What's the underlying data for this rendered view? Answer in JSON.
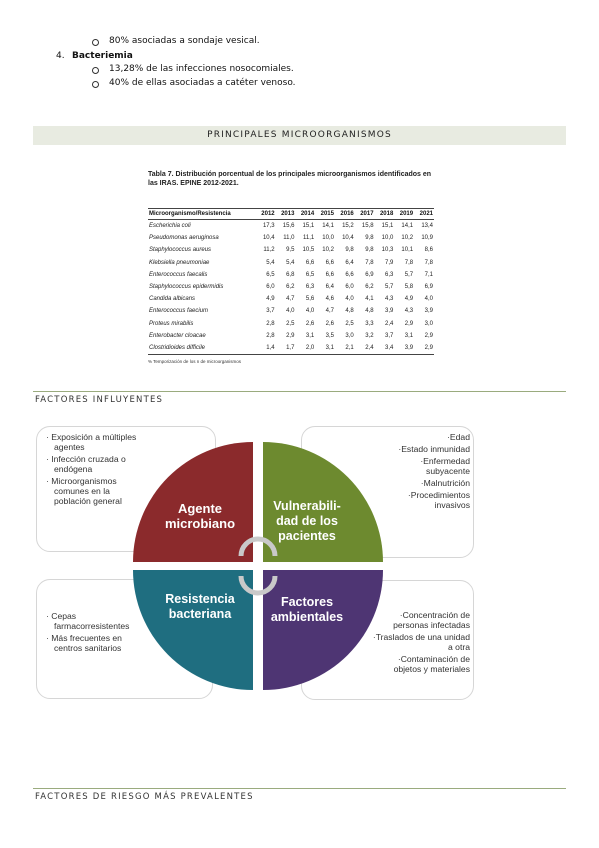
{
  "intro": {
    "line1": "80% asociadas a sondaje vesical.",
    "item_number": "4.",
    "item_title": "Bacteriemia",
    "line2": "13,28% de las infecciones nosocomiales.",
    "line3": "40% de ellas asociadas a catéter venoso."
  },
  "section1": {
    "title": "PRINCIPALES MICROORGANISMOS"
  },
  "table": {
    "caption": "Tabla 7. Distribución porcentual de los principales microorganismos identificados en las IRAS. EPINE 2012-2021.",
    "headers": [
      "Microorganismo/Resistencia",
      "2012",
      "2013",
      "2014",
      "2015",
      "2016",
      "2017",
      "2018",
      "2019",
      "2021"
    ],
    "rows": [
      [
        "Escherichia coli",
        "17,3",
        "15,6",
        "15,1",
        "14,1",
        "15,2",
        "15,8",
        "15,1",
        "14,1",
        "13,4"
      ],
      [
        "Pseudomonas aeruginosa",
        "10,4",
        "11,0",
        "11,1",
        "10,0",
        "10,4",
        "9,8",
        "10,0",
        "10,2",
        "10,9"
      ],
      [
        "Staphylococcus aureus",
        "11,2",
        "9,5",
        "10,5",
        "10,2",
        "9,8",
        "9,8",
        "10,3",
        "10,1",
        "8,6"
      ],
      [
        "Klebsiella pneumoniae",
        "5,4",
        "5,4",
        "6,6",
        "6,6",
        "6,4",
        "7,8",
        "7,9",
        "7,8",
        "7,8"
      ],
      [
        "Enterococcus faecalis",
        "6,5",
        "6,8",
        "6,5",
        "6,6",
        "6,6",
        "6,9",
        "6,3",
        "5,7",
        "7,1"
      ],
      [
        "Staphylococcus epidermidis",
        "6,0",
        "6,2",
        "6,3",
        "6,4",
        "6,0",
        "6,2",
        "5,7",
        "5,8",
        "6,9"
      ],
      [
        "Candida albicans",
        "4,9",
        "4,7",
        "5,6",
        "4,6",
        "4,0",
        "4,1",
        "4,3",
        "4,9",
        "4,0"
      ],
      [
        "Enterococcus faecium",
        "3,7",
        "4,0",
        "4,0",
        "4,7",
        "4,8",
        "4,8",
        "3,9",
        "4,3",
        "3,9"
      ],
      [
        "Proteus mirabilis",
        "2,8",
        "2,5",
        "2,6",
        "2,6",
        "2,5",
        "3,3",
        "2,4",
        "2,9",
        "3,0"
      ],
      [
        "Enterobacter cloacae",
        "2,8",
        "2,9",
        "3,1",
        "3,5",
        "3,0",
        "3,2",
        "3,7",
        "3,1",
        "2,9"
      ],
      [
        "Clostridioides difficile",
        "1,4",
        "1,7",
        "2,0",
        "3,1",
        "2,1",
        "2,4",
        "3,4",
        "3,9",
        "2,9"
      ]
    ],
    "note": "% Temporización de los n de microorganismos"
  },
  "section2": {
    "title": "FACTORES INFLUYENTES"
  },
  "diagram": {
    "quadrants": {
      "agent": "Agente microbiano",
      "vulnerability": "Vulnerabili- dad de los pacientes",
      "resistance": "Resistencia bacteriana",
      "environment": "Factores ambientales"
    },
    "colors": {
      "agent": "#8b2a2c",
      "vulnerability": "#6d8a2f",
      "resistance": "#1f6e80",
      "environment": "#4e3573"
    },
    "top_left": [
      "Exposición a múltiples agentes",
      "Infección cruzada o endógena",
      "Microorganismos comunes en la población general"
    ],
    "top_right": [
      "Edad",
      "Estado inmunidad",
      "Enfermedad subyacente",
      "Malnutrición",
      "Procedimientos invasivos"
    ],
    "bottom_left": [
      "Cepas farmacorresistentes",
      "Más frecuentes en centros sanitarios"
    ],
    "bottom_right": [
      "Concentración de personas infectadas",
      "Traslados de una unidad a otra",
      "Contaminación de objetos y materiales"
    ]
  },
  "section3": {
    "title": "FACTORES DE RIESGO MÁS PREVALENTES"
  }
}
